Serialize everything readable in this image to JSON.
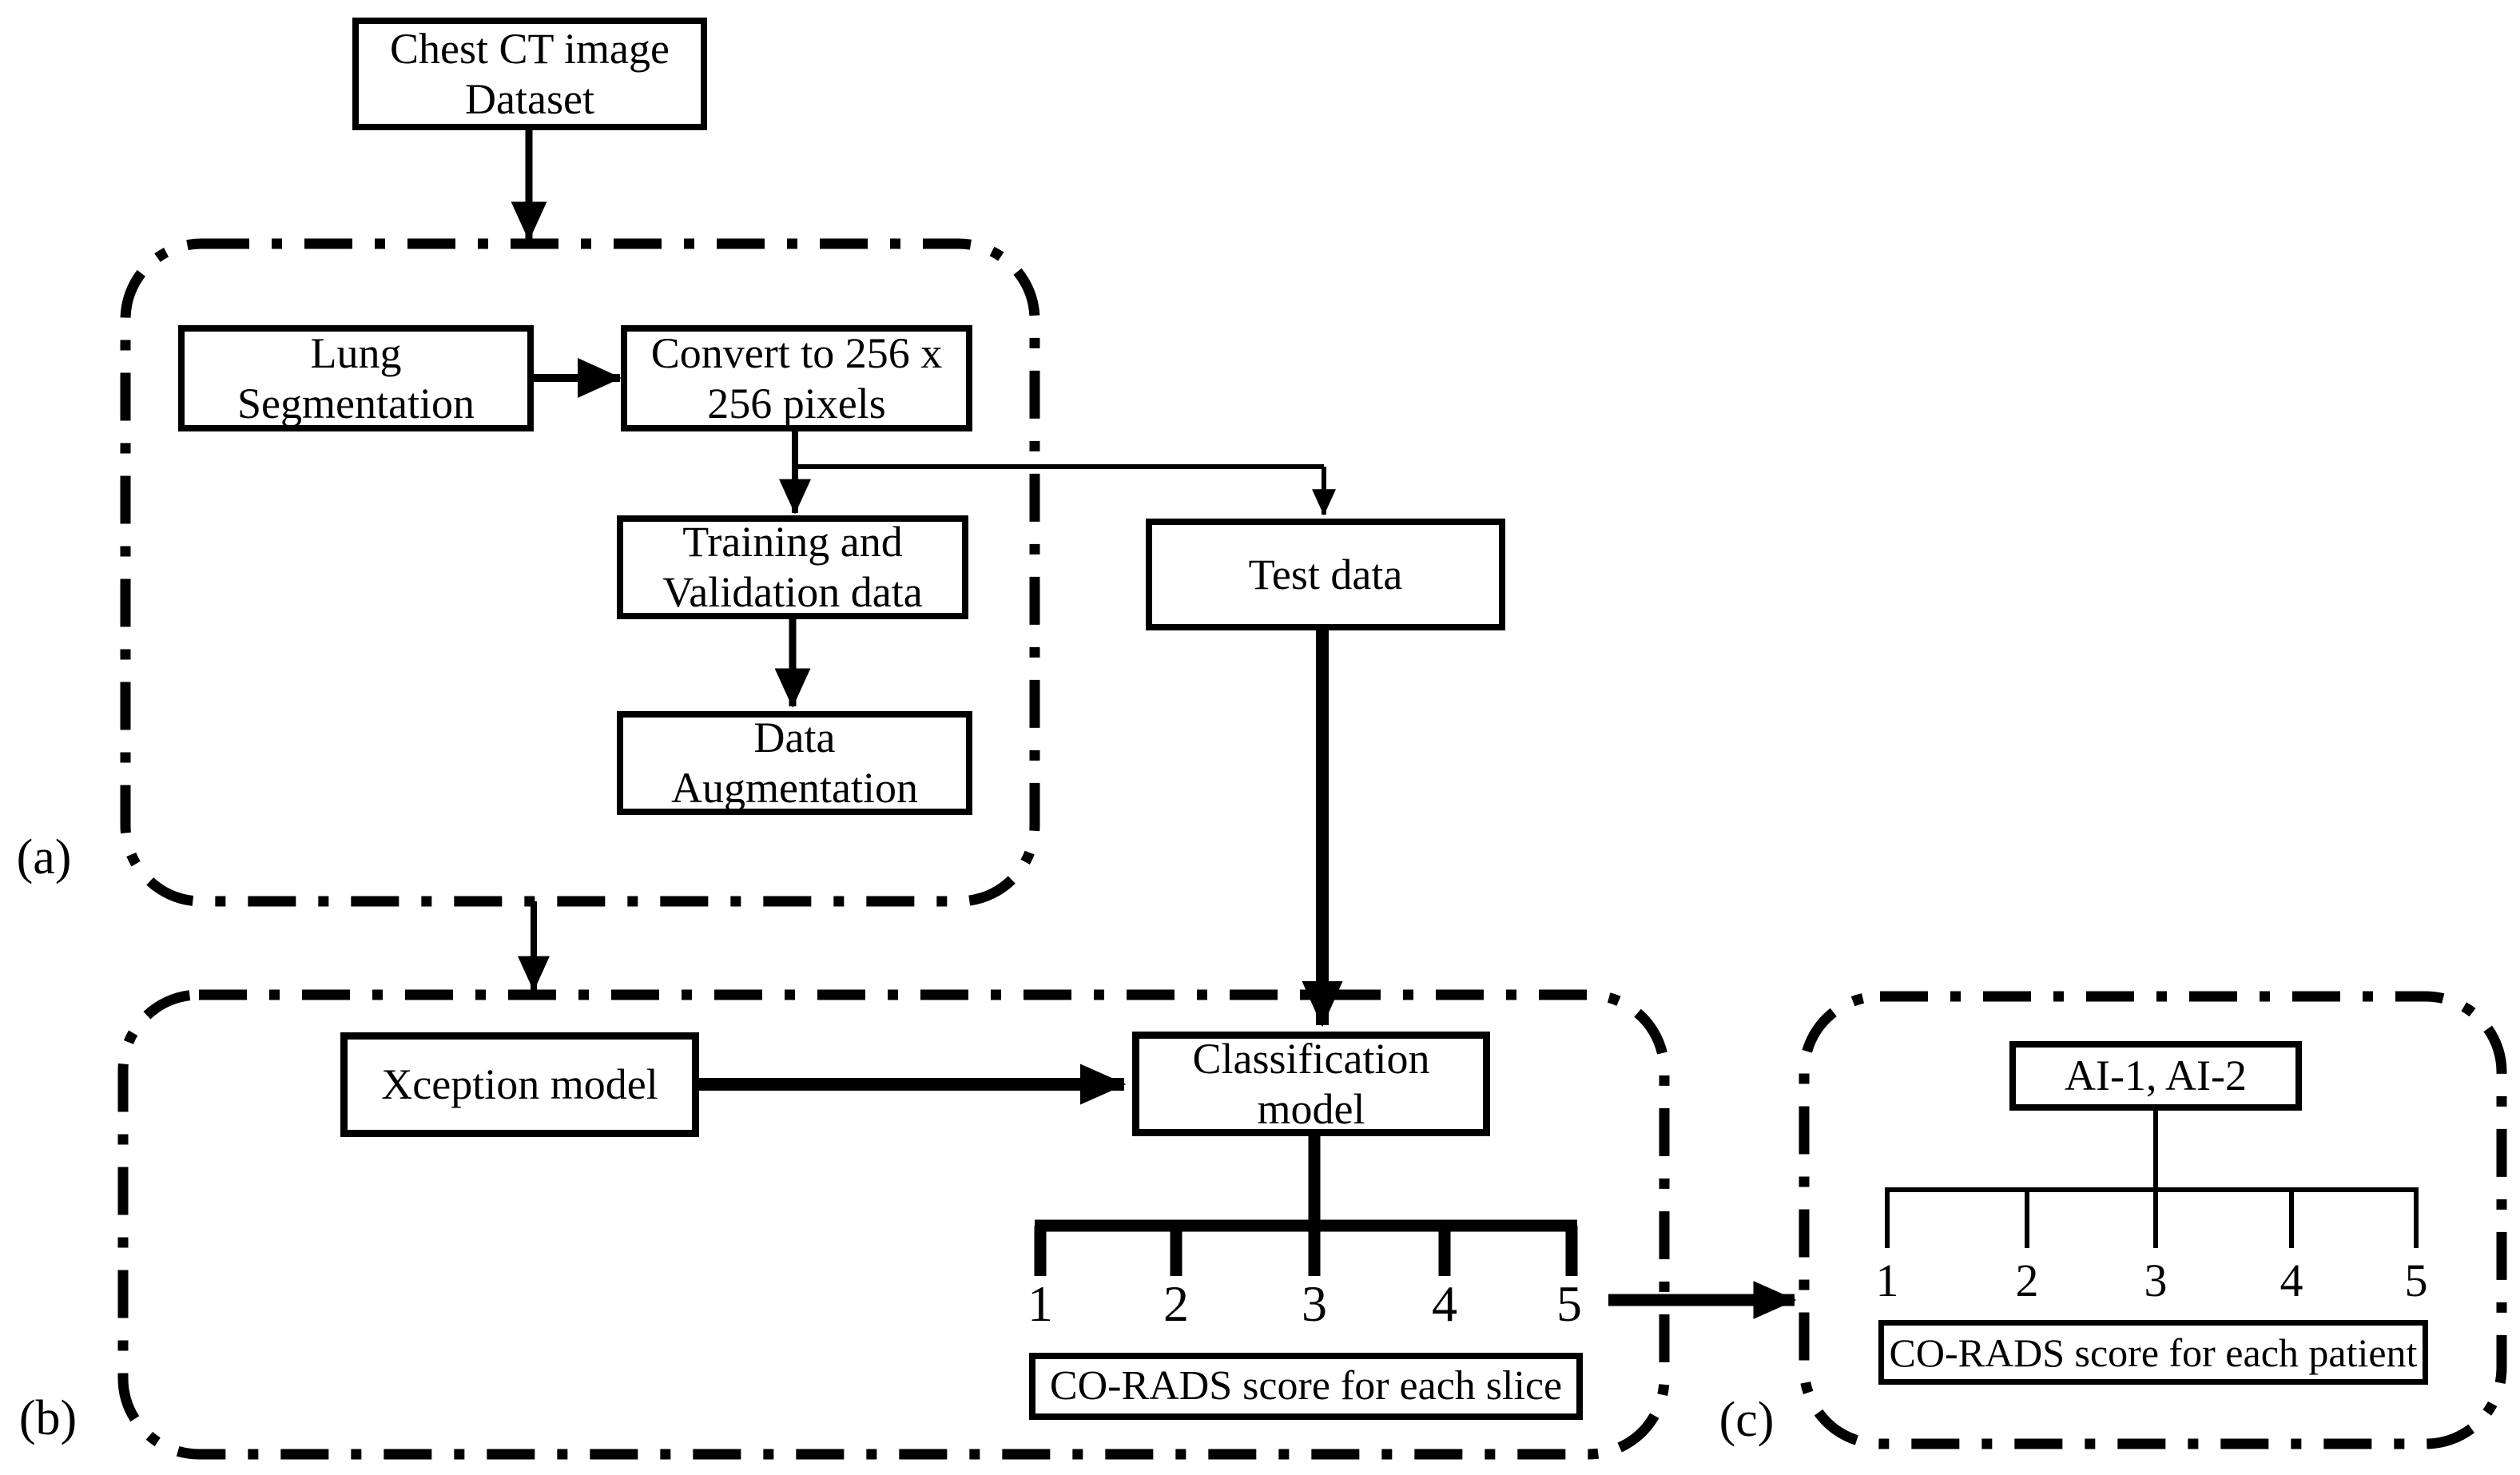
{
  "nodes": {
    "chest_ct": {
      "label": "Chest CT image\nDataset"
    },
    "lung_segmentation": {
      "label": "Lung\nSegmentation"
    },
    "convert": {
      "label": "Convert to 256 x\n256 pixels"
    },
    "training_validation": {
      "label": "Training and\nValidation data"
    },
    "test_data": {
      "label": "Test data"
    },
    "data_augmentation": {
      "label": "Data\nAugmentation"
    },
    "xception": {
      "label": "Xception model"
    },
    "classification": {
      "label": "Classification\nmodel"
    },
    "ai_models": {
      "label": "AI-1, AI-2"
    }
  },
  "region_labels": {
    "a": "(a)",
    "b": "(b)",
    "c": "(c)"
  },
  "slice_scale": {
    "values": [
      "1",
      "2",
      "3",
      "4",
      "5"
    ],
    "caption": "CO-RADS score for each slice"
  },
  "patient_scale": {
    "values": [
      "1",
      "2",
      "3",
      "4",
      "5"
    ],
    "caption": "CO-RADS score for each patient"
  },
  "colors": {
    "ink": "#000000",
    "background": "#ffffff"
  }
}
